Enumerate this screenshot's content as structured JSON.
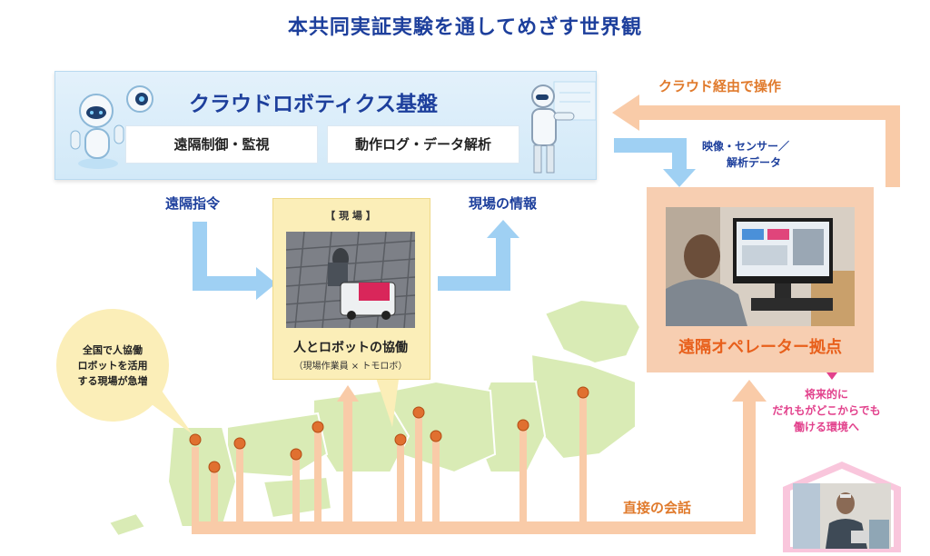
{
  "title": "本共同実証実験を通してめざす世界観",
  "cloud": {
    "title": "クラウドロボティクス基盤",
    "remote_control": "遠隔制御・監視",
    "log_analysis": "動作ログ・データ解析"
  },
  "labels": {
    "remote_command": "遠隔指令",
    "site_info": "現場の情報",
    "cloud_operation": "クラウド経由で操作",
    "video_sensor_line1": "映像・センサー／",
    "video_sensor_line2": "解析データ",
    "direct_talk": "直接の会話"
  },
  "site": {
    "tag": "【 現 場 】",
    "title": "人とロボットの協働",
    "subtitle": "（現場作業員 × トモロボ）"
  },
  "operator_base": {
    "title": "遠隔オペレーター拠点"
  },
  "bubble": {
    "line1": "全国で人協働",
    "line2": "ロボットを活用",
    "line3": "する現場が急増"
  },
  "future": {
    "line1": "将来的に",
    "line2": "だれもがどこからでも",
    "line3": "働ける環境へ"
  },
  "colors": {
    "title_blue": "#1d3f9c",
    "arrow_blue": "#9fd0f3",
    "arrow_orange": "#f9cba8",
    "orange_text": "#e07a2c",
    "pink_text": "#e2418c",
    "map_green": "#d9ebb5",
    "site_yellow": "#fbeeb8",
    "base_peach": "#f7ceb1"
  }
}
